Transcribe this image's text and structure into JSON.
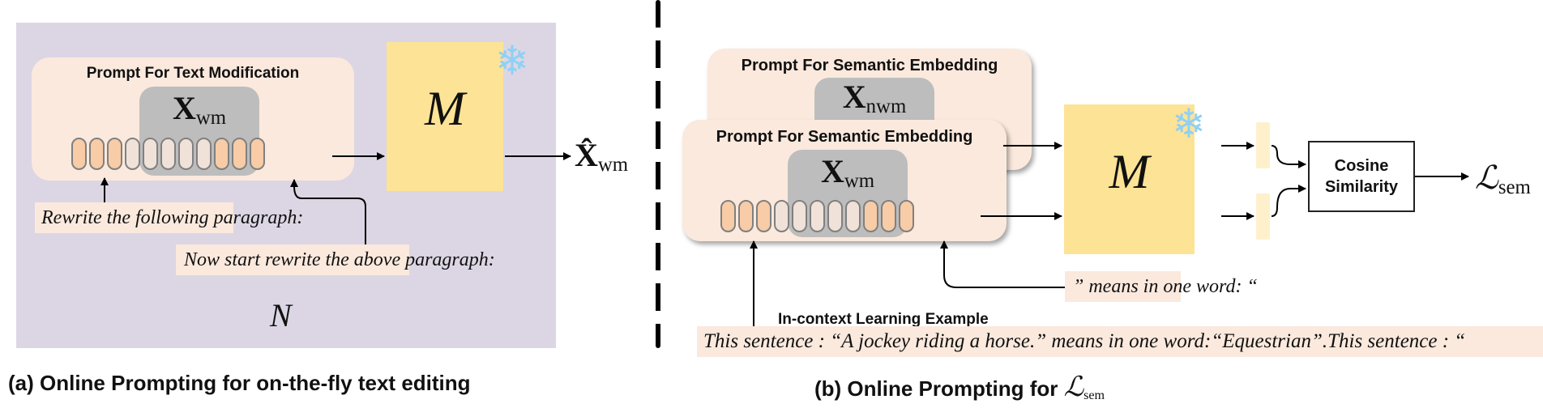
{
  "panel_a": {
    "prompt_title": "Prompt For Text Modification",
    "input_var": "X",
    "input_sub": "wm",
    "model_label": "M",
    "frozen_icon": "snowflake-icon",
    "output_var": "X̂",
    "output_sub": "wm",
    "prefix_text": "Rewrite the following paragraph:",
    "suffix_text": "Now start rewrite the above paragraph:",
    "iteration_label": "N",
    "caption": "(a) Online Prompting for on-the-fly text editing",
    "tokens": [
      "prompt",
      "prompt",
      "prompt",
      "content",
      "content",
      "content",
      "content",
      "content",
      "prompt",
      "prompt",
      "prompt"
    ]
  },
  "divider": "dashed-divider",
  "panel_b": {
    "prompt_title_back": "Prompt For Semantic Embedding",
    "prompt_title_front": "Prompt For Semantic Embedding",
    "back_var": "X",
    "back_sub": "nwm",
    "front_var": "X",
    "front_sub": "wm",
    "model_label": "M",
    "frozen_icon": "snowflake-icon",
    "cosine_line1": "Cosine",
    "cosine_line2": "Similarity",
    "loss_var": "ℒ",
    "loss_sub": "sem",
    "suffix_text": "” means in one word: “",
    "icl_title": "In-context Learning Example",
    "icl_text": "This sentence : “A jockey riding a horse.” means in one word:“Equestrian”.This sentence : “",
    "caption_prefix": "(b) Online Prompting for ",
    "caption_var": "ℒ",
    "caption_sub": "sem",
    "tokens": [
      "prompt",
      "prompt",
      "prompt",
      "content",
      "content",
      "content",
      "content",
      "content",
      "prompt",
      "prompt",
      "prompt"
    ]
  },
  "colors": {
    "panel_bg": "#dcd6e4",
    "prompt_bg": "#fbe9dd",
    "content_box": "#bdbdbd",
    "model_bg": "#fde396",
    "prompt_token": "#f7cca6",
    "content_token": "#f0e2d8",
    "snowflake": "#8fd0f4",
    "embedding": "#fff0cc"
  }
}
